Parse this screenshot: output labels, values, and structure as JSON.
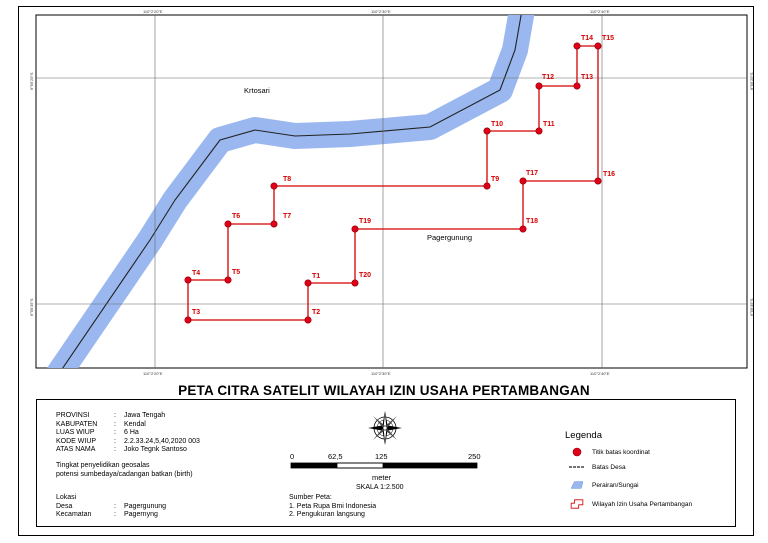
{
  "title": "PETA CITRA SATELIT WILAYAH IZIN USAHA PERTAMBANGAN",
  "map": {
    "place_labels": [
      "Krtosari",
      "Pagergunung"
    ],
    "coords_top": [
      "110°2'20\"E",
      "110°2'30\"E",
      "110°2'40\"E"
    ],
    "coords_bottom": [
      "110°2'20\"E",
      "110°2'30\"E",
      "110°2'40\"E"
    ],
    "coords_left": [
      "6°59'25\"S",
      "6°59'35\"S"
    ],
    "coords_right": [
      "6°59'25\"S",
      "6°59'35\"S"
    ],
    "points": [
      "T1",
      "T2",
      "T3",
      "T4",
      "T5",
      "T6",
      "T7",
      "T8",
      "T9",
      "T10",
      "T11",
      "T12",
      "T13",
      "T14",
      "T15",
      "T16",
      "T17",
      "T18",
      "T19",
      "T20"
    ],
    "colors": {
      "river": "#9ab8ef",
      "boundary": "#d40000",
      "point": "#e0001a",
      "background": "#ffffff"
    }
  },
  "info": {
    "rows": [
      {
        "key": "PROVINSI",
        "value": "Jawa Tengah"
      },
      {
        "key": "KABUPATEN",
        "value": "Kendal"
      },
      {
        "key": "LUAS WIUP",
        "value": "6 Ha"
      },
      {
        "key": "KODE WIUP",
        "value": "2.2.33.24,5,40,2020 003"
      },
      {
        "key": "ATAS NAMA",
        "value": "Joko Tegnk Santoso"
      }
    ],
    "note_line1": "Tingkat penyelidikan geosalas",
    "note_line2": "potensi sumbedaya/cadangan batkan (birth)",
    "lokasi_label": "Lokasi",
    "lokasi_rows": [
      {
        "key": "Desa",
        "value": "Pagergunung"
      },
      {
        "key": "Kecamatan",
        "value": "Pagernyng"
      }
    ]
  },
  "scale": {
    "ticks": [
      "0",
      "62,5",
      "125",
      "250"
    ],
    "unit": "meter",
    "text": "SKALA 1:2.500"
  },
  "source": {
    "title": "Sumber Peta:",
    "items": [
      "1. Peta Rupa Bmi Indonesia",
      "2. Pengukuran langsung"
    ]
  },
  "legend": {
    "title": "Legenda",
    "items": [
      {
        "label": "Titik batas koordinat",
        "icon": "point-icon"
      },
      {
        "label": "Batas Desa",
        "icon": "line-icon"
      },
      {
        "label": "Perairan/Sungai",
        "icon": "water-icon"
      },
      {
        "label": "Wilayah Izin Usaha Pertambangan",
        "icon": "polygon-icon"
      }
    ]
  }
}
